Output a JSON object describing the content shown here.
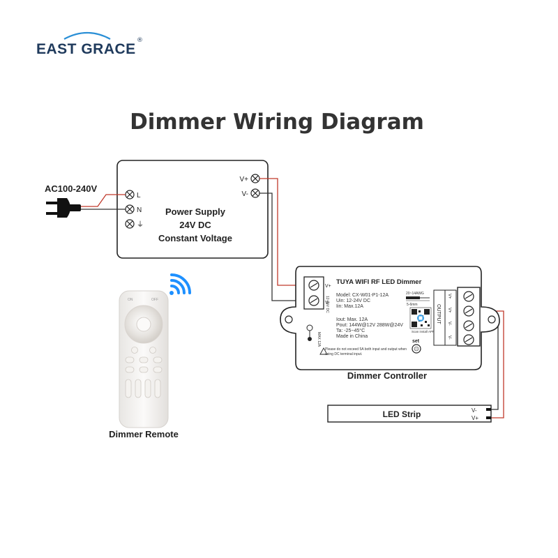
{
  "brand": {
    "name": "EAST GRACE",
    "registered": "®"
  },
  "title": "Dimmer Wiring Diagram",
  "ac_input": {
    "label": "AC100-240V"
  },
  "power_supply": {
    "terminals_in": [
      "L",
      "N",
      "⏚"
    ],
    "terminals_out": [
      "V+",
      "V-"
    ],
    "lines": [
      "Power Supply",
      "24V DC",
      "Constant Voltage"
    ]
  },
  "controller": {
    "caption": "Dimmer Controller",
    "name": "TUYA WIFI RF LED Dimmer",
    "input_side": [
      "V+",
      "V-"
    ],
    "input_side_note": "12-24V DC",
    "specs_top": [
      "Model: CX-W01-P1-12A",
      "Uin: 12-24V DC",
      "Iin: Max.12A"
    ],
    "specs_bottom": [
      "Iout: Max. 12A",
      "Pout: 144W@12V  288W@24V",
      "Ta: -25~45°C",
      "Made in China"
    ],
    "wire_gauge": "20~14AWG",
    "strip_len": "5-6mm",
    "qr_caption": "Scan install APP",
    "button_label": "set",
    "output_label": "OUTPUT",
    "output_terminals": [
      "V+",
      "V+",
      "V-",
      "V-"
    ],
    "max_note": "MAX 12A",
    "warning": "Please do not exceed 5A both input and output when using DC terminal input."
  },
  "remote": {
    "caption": "Dimmer Remote",
    "on": "ON",
    "off": "OFF"
  },
  "led_strip": {
    "label": "LED Strip",
    "terminals": [
      "V-",
      "V+"
    ]
  },
  "colors": {
    "wire_red": "#c0392b",
    "wire_black": "#333333",
    "wifi_blue": "#1e90ff"
  }
}
